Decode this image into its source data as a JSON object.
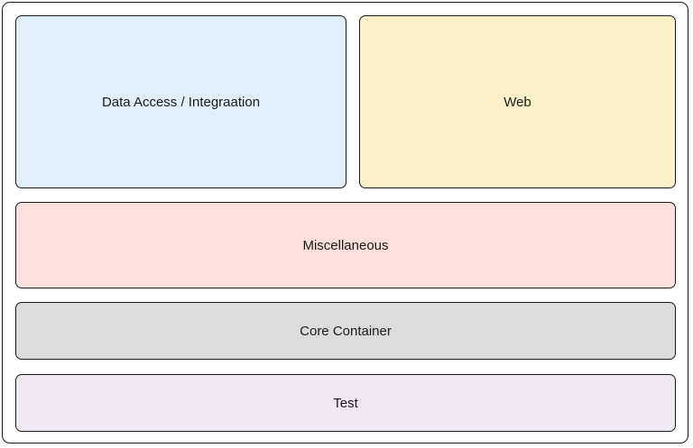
{
  "diagram": {
    "blocks": {
      "data_access": {
        "label": "Data Access / Integraation",
        "color": "#dff0fb"
      },
      "web": {
        "label": "Web",
        "color": "#fdf0c8"
      },
      "misc": {
        "label": "Miscellaneous",
        "color": "#fde0dd"
      },
      "core": {
        "label": "Core Container",
        "color": "#dcdcdc"
      },
      "test": {
        "label": "Test",
        "color": "#efe7f1"
      }
    },
    "border_color": "#1a1a1a"
  }
}
